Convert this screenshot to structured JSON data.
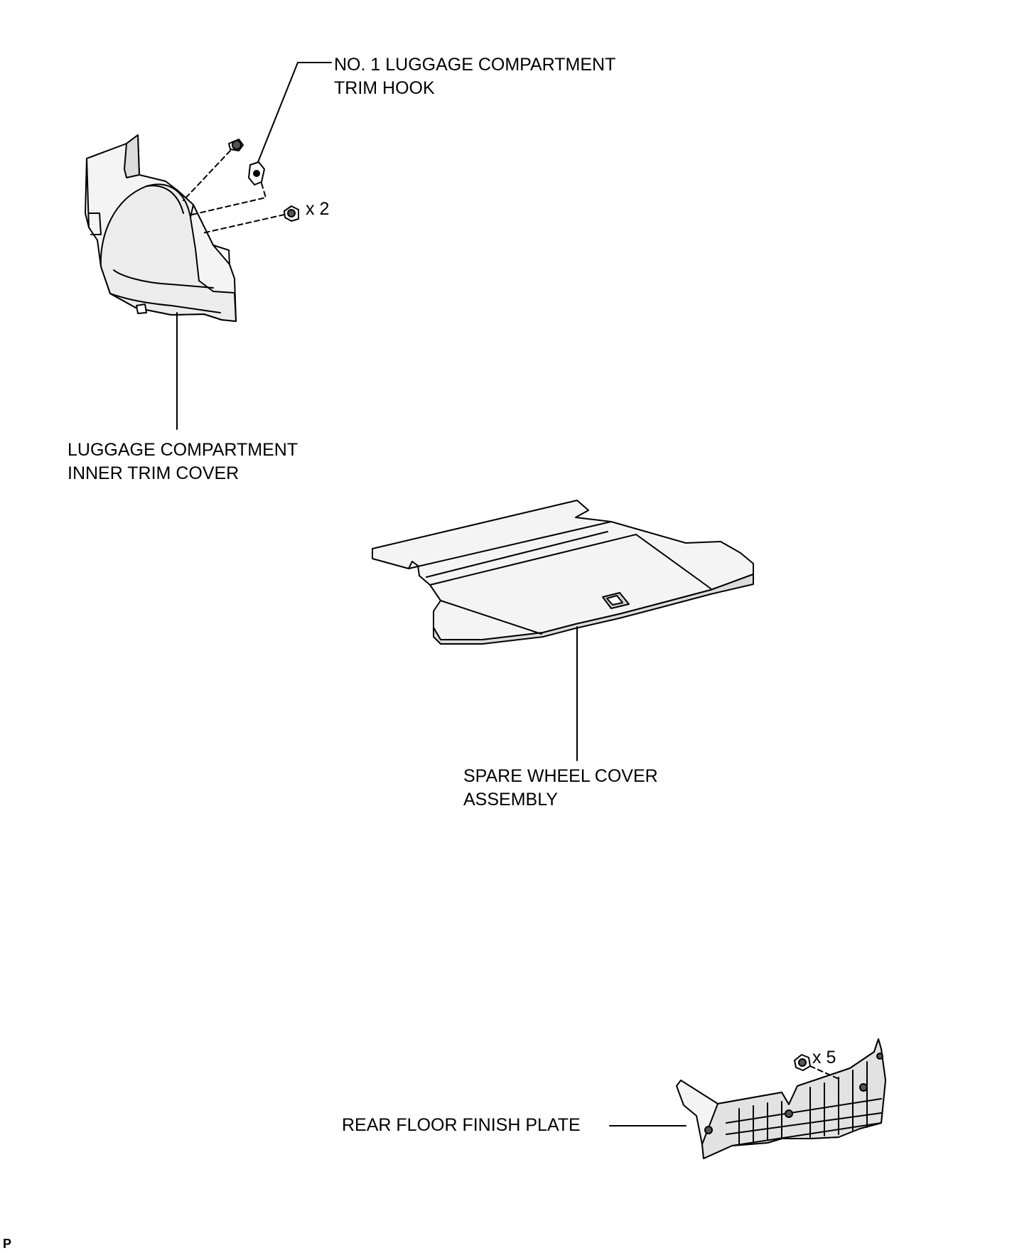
{
  "labels": {
    "trim_hook": [
      "NO. 1 LUGGAGE COMPARTMENT",
      "TRIM HOOK"
    ],
    "inner_trim_cover": [
      "LUGGAGE COMPARTMENT",
      "INNER TRIM COVER"
    ],
    "spare_wheel_cover": [
      "SPARE WHEEL COVER",
      "ASSEMBLY"
    ],
    "rear_floor_plate": "REAR FLOOR FINISH PLATE"
  },
  "quantities": {
    "clips_inner_trim": "x 2",
    "clips_rear_plate": "x 5"
  },
  "figure_code": "P",
  "colors": {
    "line": "#000000",
    "part_fill": "#f4f4f4",
    "part_shade": "#dcdcdc"
  }
}
